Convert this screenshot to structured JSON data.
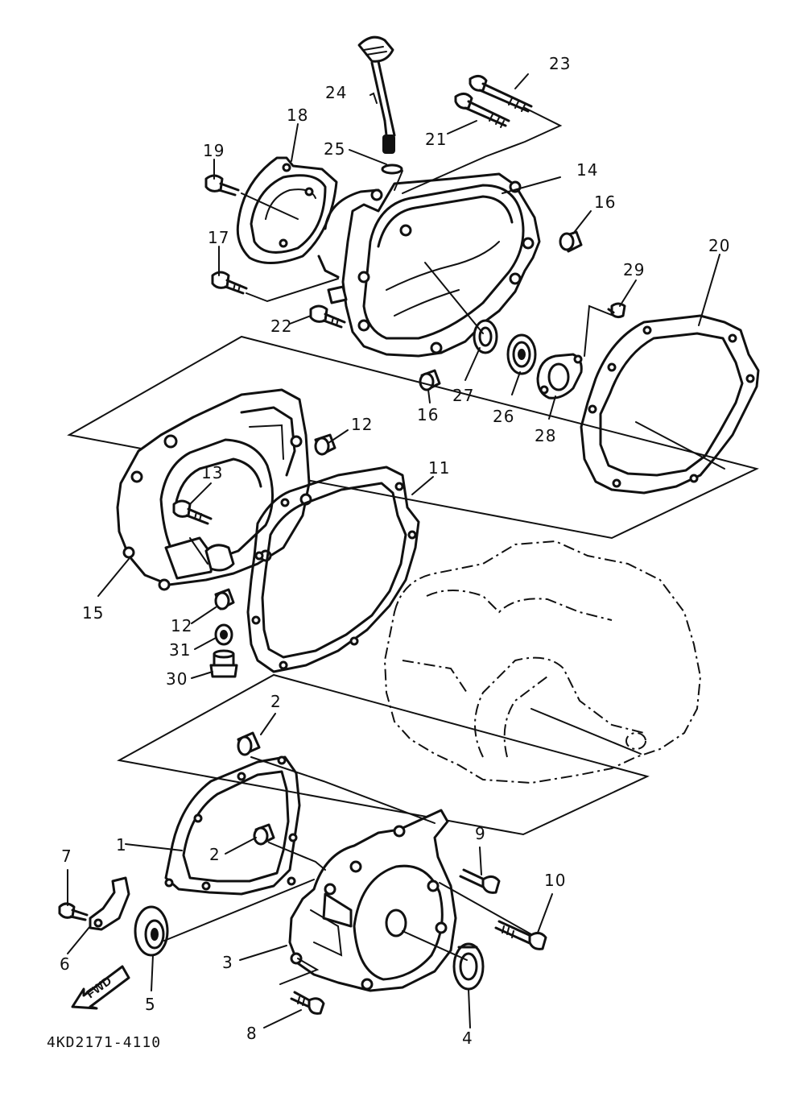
{
  "diagram": {
    "code": "4KD2171-4110",
    "fwd_label": "FWD",
    "callouts": [
      {
        "id": "c23",
        "text": "23"
      },
      {
        "id": "c24",
        "text": "24"
      },
      {
        "id": "c21",
        "text": "21"
      },
      {
        "id": "c18",
        "text": "18"
      },
      {
        "id": "c25",
        "text": "25"
      },
      {
        "id": "c14",
        "text": "14"
      },
      {
        "id": "c19",
        "text": "19"
      },
      {
        "id": "c16a",
        "text": "16"
      },
      {
        "id": "c17",
        "text": "17"
      },
      {
        "id": "c29",
        "text": "29"
      },
      {
        "id": "c20",
        "text": "20"
      },
      {
        "id": "c22",
        "text": "22"
      },
      {
        "id": "c27",
        "text": "27"
      },
      {
        "id": "c26",
        "text": "26"
      },
      {
        "id": "c16b",
        "text": "16"
      },
      {
        "id": "c28",
        "text": "28"
      },
      {
        "id": "c12a",
        "text": "12"
      },
      {
        "id": "c13",
        "text": "13"
      },
      {
        "id": "c11",
        "text": "11"
      },
      {
        "id": "c15",
        "text": "15"
      },
      {
        "id": "c12b",
        "text": "12"
      },
      {
        "id": "c31",
        "text": "31"
      },
      {
        "id": "c30",
        "text": "30"
      },
      {
        "id": "c2a",
        "text": "2"
      },
      {
        "id": "c9",
        "text": "9"
      },
      {
        "id": "c1",
        "text": "1"
      },
      {
        "id": "c2b",
        "text": "2"
      },
      {
        "id": "c10",
        "text": "10"
      },
      {
        "id": "c7",
        "text": "7"
      },
      {
        "id": "c6",
        "text": "6"
      },
      {
        "id": "c5",
        "text": "5"
      },
      {
        "id": "c3",
        "text": "3"
      },
      {
        "id": "c8",
        "text": "8"
      },
      {
        "id": "c4",
        "text": "4"
      }
    ]
  }
}
